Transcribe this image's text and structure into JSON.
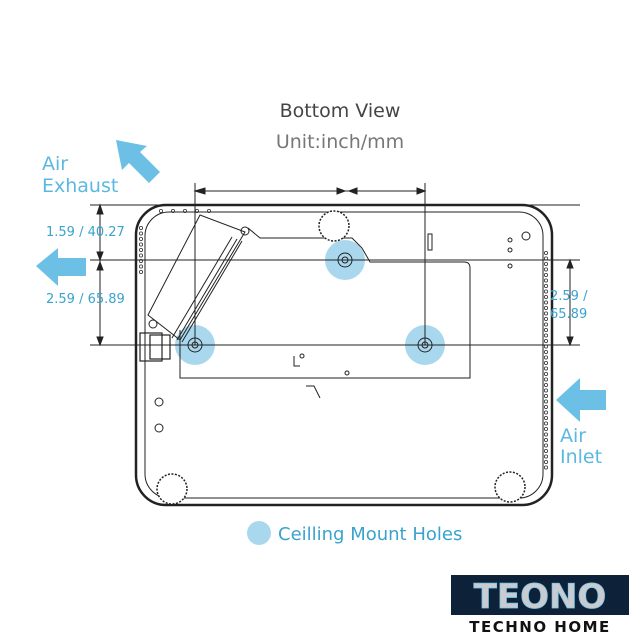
{
  "title": "Bottom View",
  "unit": "Unit:inch/mm",
  "air_exhaust": [
    "Air",
    "Exhaust"
  ],
  "air_inlet": [
    "Air",
    "Inlet"
  ],
  "dim_left_top": "1.59 / 40.27",
  "dim_left_bottom": "2.59 / 65.89",
  "dim_right": [
    "2.59 /",
    "65.89"
  ],
  "legend": "Ceilling Mount Holes",
  "logo": {
    "main": "TEONO",
    "sub": "TECHNO HOME"
  },
  "colors": {
    "accent": "#5bb8e0",
    "hole": "#a9d8ee",
    "text": "#444444",
    "line": "#222222"
  }
}
